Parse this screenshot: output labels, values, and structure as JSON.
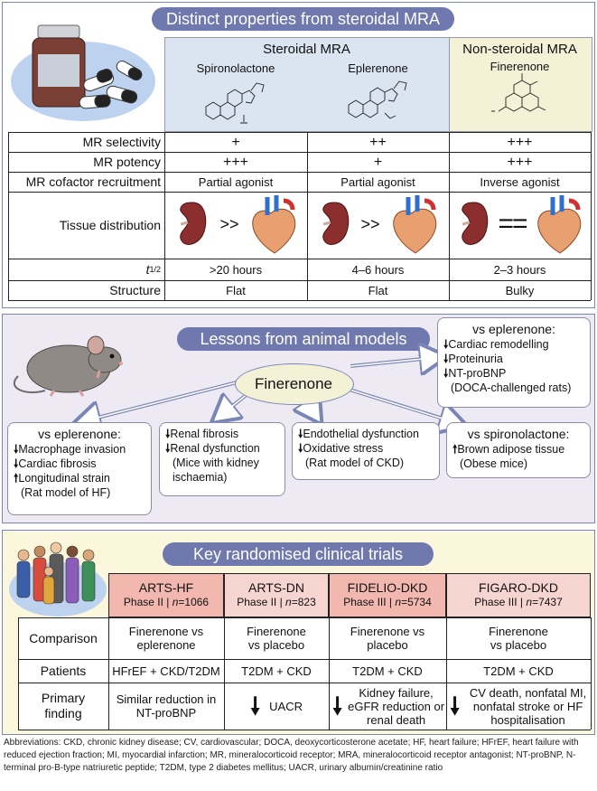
{
  "panel1": {
    "title": "Distinct properties from steroidal MRA",
    "steroidal_header": "Steroidal MRA",
    "nonsteroidal_header": "Non-steroidal MRA",
    "drugs": [
      "Spironolactone",
      "Eplerenone",
      "Finerenone"
    ],
    "rows": [
      {
        "label": "MR selectivity",
        "values": [
          "+",
          "++",
          "+++"
        ]
      },
      {
        "label": "MR potency",
        "values": [
          "+++",
          "+",
          "+++"
        ]
      },
      {
        "label": "MR cofactor recruitment",
        "values": [
          "Partial agonist",
          "Partial agonist",
          "Inverse agonist"
        ]
      },
      {
        "label": "Tissue distribution",
        "values": [
          ">>",
          ">>",
          "=="
        ]
      },
      {
        "label_main": "t",
        "label_sub": "1/2",
        "values": [
          ">20 hours",
          "4–6 hours",
          "2–3 hours"
        ]
      },
      {
        "label": "Structure",
        "values": [
          "Flat",
          "Flat",
          "Bulky"
        ]
      }
    ]
  },
  "panel2": {
    "title": "Lessons from animal models",
    "center": "Finerenone",
    "boxes": [
      {
        "title": "vs eplerenone:",
        "items": [
          {
            "dir": "down",
            "text": "Cardiac remodelling"
          },
          {
            "dir": "down",
            "text": "Proteinuria"
          },
          {
            "dir": "down",
            "text": "NT-proBNP"
          }
        ],
        "note": "(DOCA-challenged rats)"
      },
      {
        "title": "vs eplerenone:",
        "items": [
          {
            "dir": "down",
            "text": "Macrophage invasion"
          },
          {
            "dir": "down",
            "text": "Cardiac fibrosis"
          },
          {
            "dir": "up",
            "text": "Longitudinal strain"
          }
        ],
        "note": "(Rat model of HF)"
      },
      {
        "title": "",
        "items": [
          {
            "dir": "down",
            "text": "Renal fibrosis"
          },
          {
            "dir": "down",
            "text": "Renal dysfunction"
          }
        ],
        "note": "(Mice with kidney ischaemia)"
      },
      {
        "title": "",
        "items": [
          {
            "dir": "down",
            "text": "Endothelial dysfunction"
          },
          {
            "dir": "down",
            "text": "Oxidative stress"
          }
        ],
        "note": "(Rat model of CKD)"
      },
      {
        "title": "vs spironolactone:",
        "items": [
          {
            "dir": "up",
            "text": "Brown adipose tissue"
          }
        ],
        "note": "(Obese mice)"
      }
    ]
  },
  "panel3": {
    "title": "Key randomised clinical trials",
    "trials": [
      {
        "name": "ARTS-HF",
        "phase": "Phase II",
        "n_label": "n",
        "n": "=1066",
        "color": "#f2b8b0"
      },
      {
        "name": "ARTS-DN",
        "phase": "Phase II",
        "n_label": "n",
        "n": "=823",
        "color": "#f6d5d0"
      },
      {
        "name": "FIDELIO-DKD",
        "phase": "Phase III",
        "n_label": "n",
        "n": "=5734",
        "color": "#f2b8b0"
      },
      {
        "name": "FIGARO-DKD",
        "phase": "Phase III",
        "n_label": "n",
        "n": "=7437",
        "color": "#f6d5d0"
      }
    ],
    "rows": [
      {
        "label": "Comparison",
        "values": [
          "Finerenone vs eplerenone",
          "Finerenone vs placebo",
          "Finerenone vs placebo",
          "Finerenone vs placebo"
        ]
      },
      {
        "label": "Patients",
        "values": [
          "HFrEF + CKD/T2DM",
          "T2DM + CKD",
          "T2DM + CKD",
          "T2DM + CKD"
        ]
      },
      {
        "label": "Primary finding",
        "values": [
          "Similar reduction in NT-proBNP",
          "UACR",
          "Kidney failure, eGFR reduction or renal death",
          "CV death, nonfatal MI, nonfatal stroke or HF hospitalisation"
        ]
      }
    ]
  },
  "abbreviations": "Abbreviations: CKD, chronic kidney disease; CV, cardiovascular; DOCA, deoxycorticosterone acetate; HF, heart failure; HFrEF, heart failure with reduced ejection fraction; MI, myocardial infarction; MR, mineralocorticoid receptor; MRA, mineralocorticoid receptor antagonist; NT-proBNP, N-terminal pro-B-type natriuretic peptide; T2DM, type 2 diabetes mellitus; UACR, urinary albumin/creatinine ratio",
  "colors": {
    "panel_border": "#7b86b8",
    "pill": "#6f79ad",
    "steroidal_bg": "#dbe5f1",
    "nonsteroidal_bg": "#f3f1d6",
    "panel2_bg": "#eeeaf4",
    "panel3_bg": "#faf7dc",
    "arrow": "#7b86b8"
  }
}
